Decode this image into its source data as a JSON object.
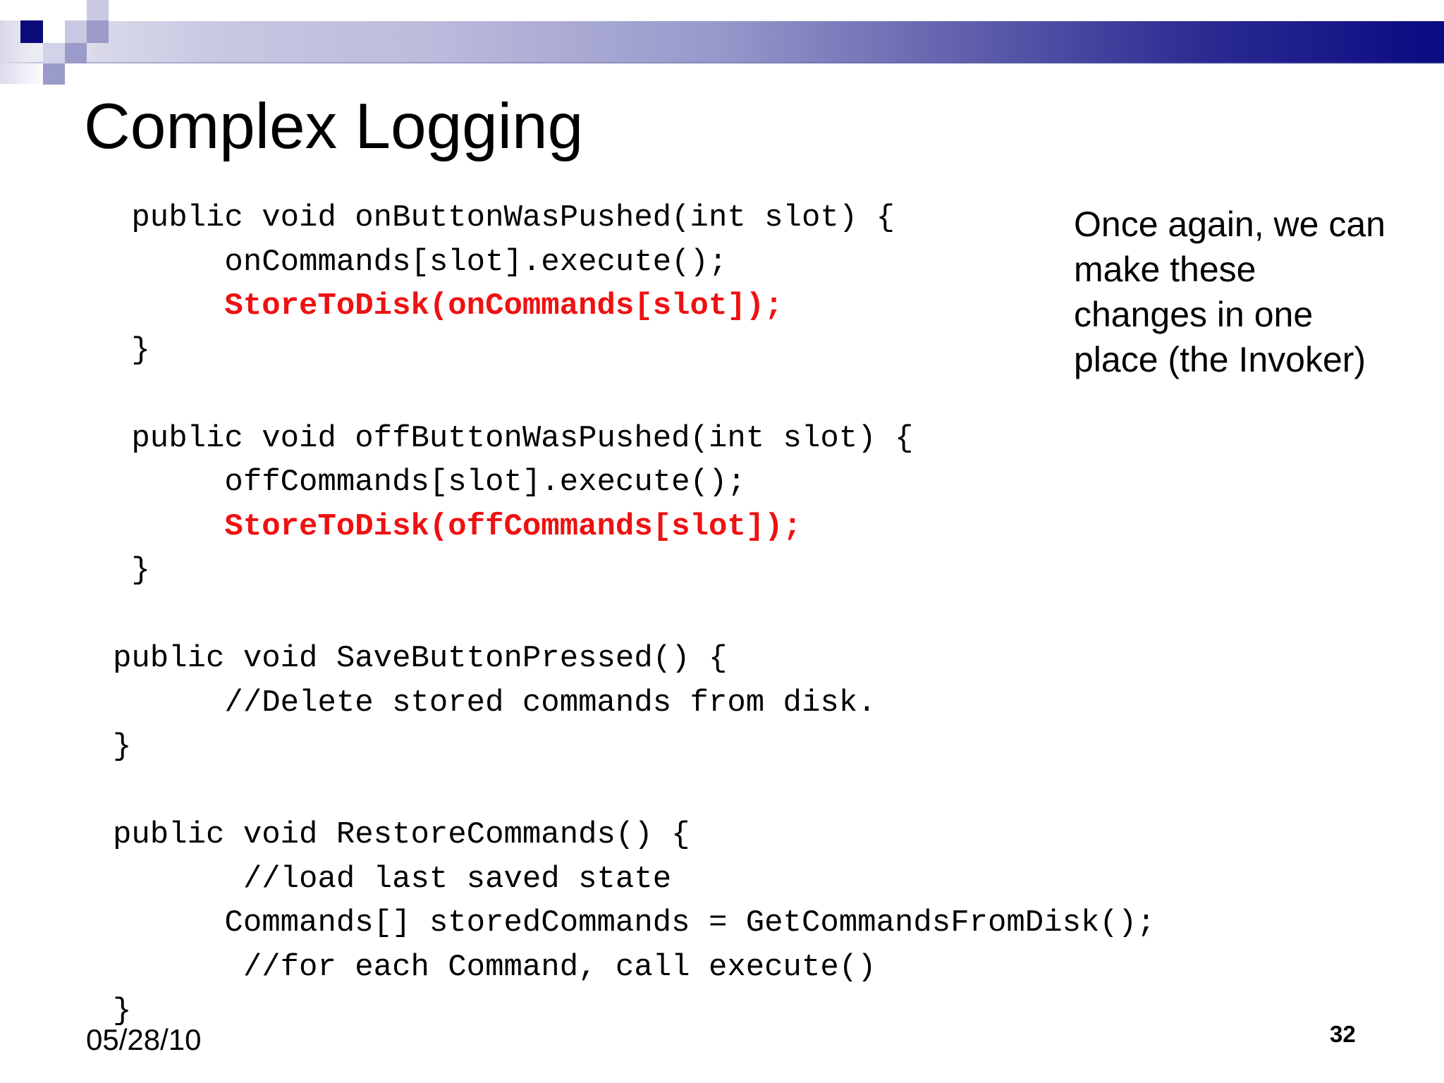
{
  "slide": {
    "title": "Complex Logging",
    "date": "05/28/10",
    "page_number": "32",
    "note_lines": [
      "Once again, we can",
      "make these",
      "changes in one",
      "place (the Invoker)"
    ],
    "code_lines": [
      {
        "text": " public void onButtonWasPushed(int slot) {",
        "highlight": false
      },
      {
        "text": "      onCommands[slot].execute();",
        "highlight": false
      },
      {
        "text": "      StoreToDisk(onCommands[slot]);",
        "highlight": true
      },
      {
        "text": " }",
        "highlight": false
      },
      {
        "text": "",
        "highlight": false
      },
      {
        "text": " public void offButtonWasPushed(int slot) {",
        "highlight": false
      },
      {
        "text": "      offCommands[slot].execute();",
        "highlight": false
      },
      {
        "text": "      StoreToDisk(offCommands[slot]);",
        "highlight": true
      },
      {
        "text": " }",
        "highlight": false
      },
      {
        "text": "",
        "highlight": false
      },
      {
        "text": "public void SaveButtonPressed() {",
        "highlight": false
      },
      {
        "text": "      //Delete stored commands from disk.",
        "highlight": false
      },
      {
        "text": "}",
        "highlight": false
      },
      {
        "text": "",
        "highlight": false
      },
      {
        "text": "public void RestoreCommands() {",
        "highlight": false
      },
      {
        "text": "       //load last saved state",
        "highlight": false
      },
      {
        "text": "      Commands[] storedCommands = GetCommandsFromDisk();",
        "highlight": false
      },
      {
        "text": "       //for each Command, call execute()",
        "highlight": false
      },
      {
        "text": "}",
        "highlight": false
      }
    ],
    "colors": {
      "accent_navy": "#0a0a78",
      "lavender_medium": "#9b9bc9",
      "lavender_pale": "#c9c9e3",
      "highlight_red": "#ee1111",
      "background": "#ffffff"
    }
  }
}
